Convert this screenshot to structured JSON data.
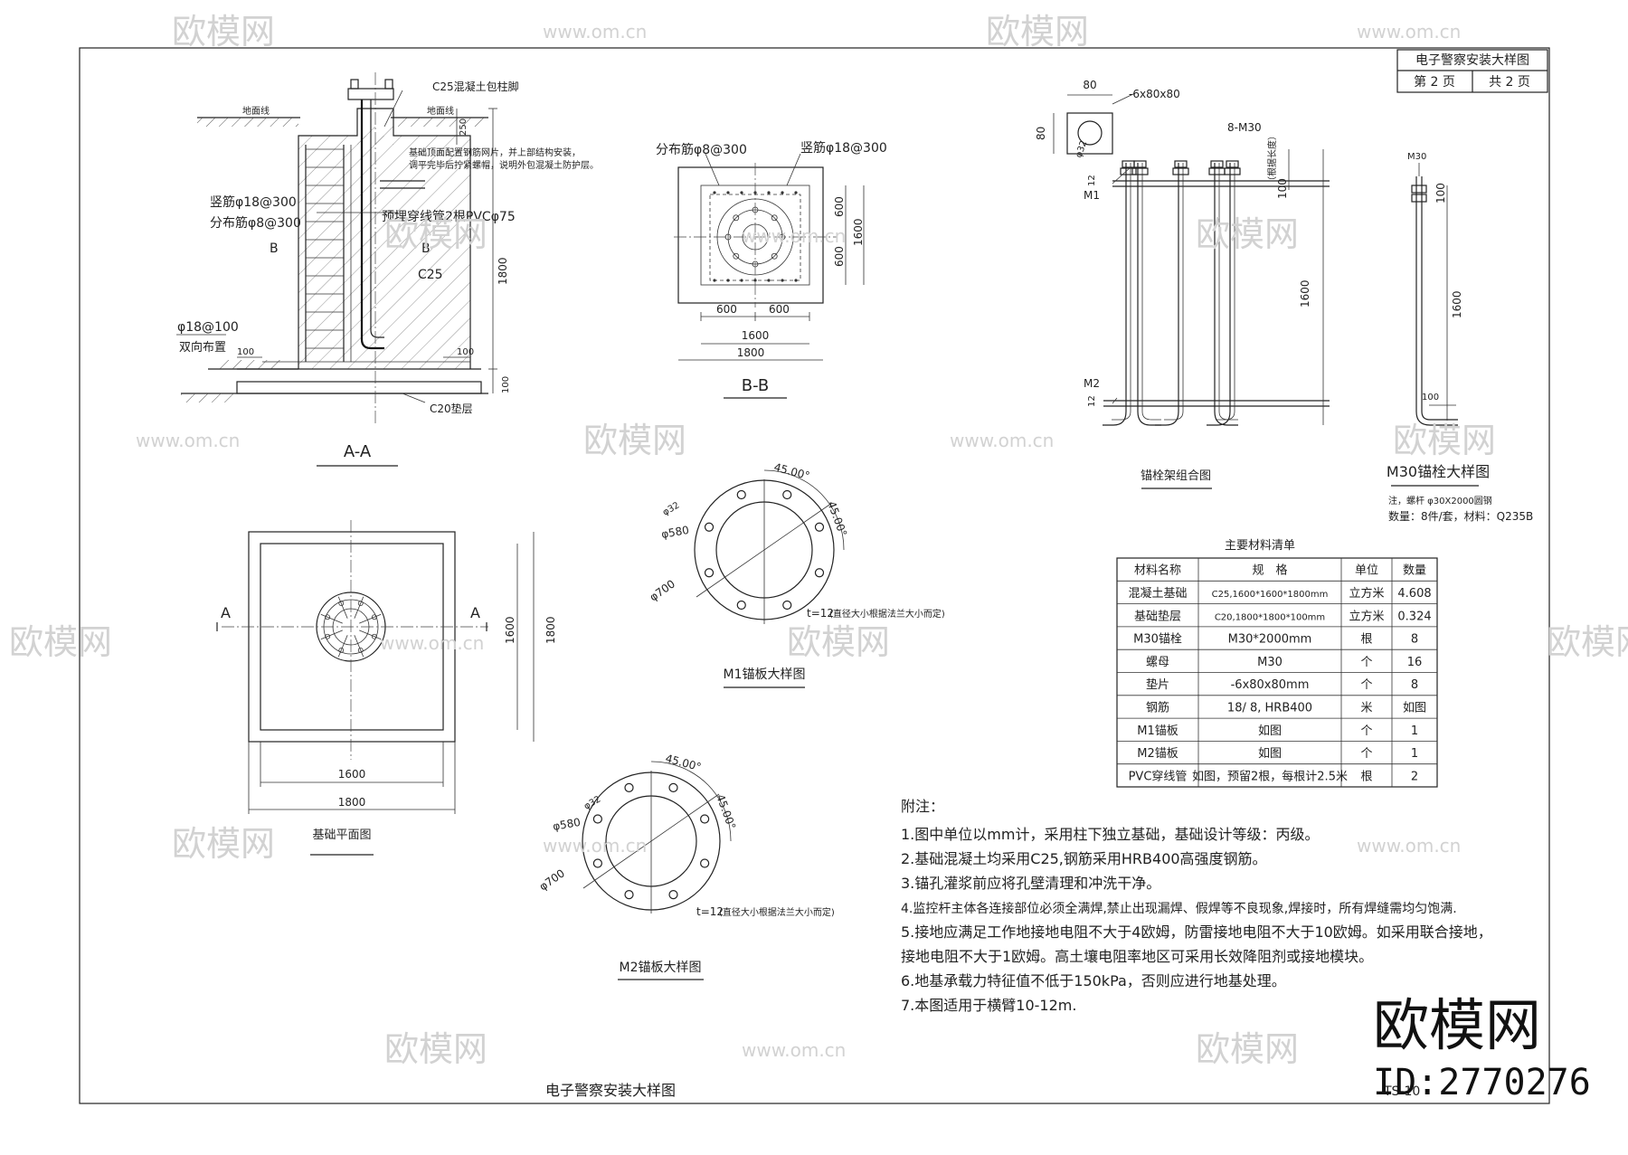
{
  "title_block": {
    "title": "电子警察安装大样图",
    "sheet": "第 2 页",
    "total": "共 2 页"
  },
  "drawing_caption": "电子警察安装大样图",
  "drawing_no": "TS-10",
  "watermark": {
    "brand": "欧模网",
    "site": "www.om.cn",
    "id": "ID:2770276"
  },
  "section_aa": {
    "title": "A-A",
    "c25_label": "C25混凝土包柱脚",
    "ground_left": "地面线",
    "ground_right": "地面线",
    "note_line1": "基础顶面配置钢筋网片，并上部结构安装，",
    "note_line2": "调平完毕后拧紧螺帽，说明外包混凝土防护层。",
    "vertical_bar": "竖筋φ18@300",
    "dist_bar": "分布筋φ8@300",
    "conduit": "预埋穿线管2根PVCφ75",
    "c25": "C25",
    "b_left": "B",
    "b_right": "B",
    "bottom_bar": "φ18@100",
    "bidirection": "双向布置",
    "dim_250": "250",
    "dim_1800": "1800",
    "dim_100a": "100",
    "dim_100b": "100",
    "dim_100c": "100",
    "c20": "C20垫层"
  },
  "section_bb": {
    "title": "B-B",
    "dist_bar": "分布筋φ8@300",
    "vertical_bar": "竖筋φ18@300",
    "dim_600a": "600",
    "dim_600b": "600",
    "dim_600c": "600",
    "dim_600d": "600",
    "dim_1600v": "1600",
    "dim_1600h": "1600",
    "dim_1800h": "1800"
  },
  "anchor_frame": {
    "title": "锚栓架组合图",
    "dim_80top": "80",
    "dim_80side": "80",
    "washer": "-6x80x80",
    "phi32": "φ32",
    "bolts": "8-M30",
    "note": "（根据长度）",
    "dim_12a": "12",
    "m1": "M1",
    "dim_100": "100",
    "dim_1600": "1600",
    "m2": "M2",
    "dim_12b": "12"
  },
  "m30_detail": {
    "title": "M30锚栓大样图",
    "m30": "M30",
    "dim_100a": "100",
    "dim_1600": "1600",
    "dim_100b": "100",
    "note1": "注，螺杆 φ30X2000圆钢",
    "note2": "数量：8件/套，材料：Q235B"
  },
  "foundation_plan": {
    "title": "基础平面图",
    "a_left": "A",
    "a_right": "A",
    "dim_1600v": "1600",
    "dim_1800v": "1800",
    "dim_1600h": "1600",
    "dim_1800h": "1800"
  },
  "m1_plate": {
    "title": "M1锚板大样图",
    "ang1": "45.00°",
    "ang2": "45.00°",
    "phi32": "φ32",
    "phi580": "φ580",
    "phi700": "φ700",
    "thickness": "t=12",
    "thickness_note": "(直径大小根据法兰大小而定)"
  },
  "m2_plate": {
    "title": "M2锚板大样图",
    "ang1": "45.00°",
    "ang2": "45.00°",
    "phi32": "φ32",
    "phi580": "φ580",
    "phi700": "φ700",
    "thickness": "t=12",
    "thickness_note": "(直径大小根据法兰大小而定)"
  },
  "materials": {
    "title": "主要材料清单",
    "headers": [
      "材料名称",
      "规　格",
      "单位",
      "数量"
    ],
    "rows": [
      [
        "混凝土基础",
        "C25,1600*1600*1800mm",
        "立方米",
        "4.608"
      ],
      [
        "基础垫层",
        "C20,1800*1800*100mm",
        "立方米",
        "0.324"
      ],
      [
        "M30锚栓",
        "M30*2000mm",
        "根",
        "8"
      ],
      [
        "螺母",
        "M30",
        "个",
        "16"
      ],
      [
        "垫片",
        "-6x80x80mm",
        "个",
        "8"
      ],
      [
        "钢筋",
        "18/ 8, HRB400",
        "米",
        "如图"
      ],
      [
        "M1锚板",
        "如图",
        "个",
        "1"
      ],
      [
        "M2锚板",
        "如图",
        "个",
        "1"
      ],
      [
        "PVC穿线管",
        "如图，预留2根，每根计2.5米",
        "根",
        "2"
      ]
    ]
  },
  "notes": {
    "heading": "附注：",
    "lines": [
      "1.图中单位以mm计，采用柱下独立基础，基础设计等级：丙级。",
      "2.基础混凝土均采用C25,钢筋采用HRB400高强度钢筋。",
      "3.锚孔灌浆前应将孔壁清理和冲洗干净。",
      "4.监控杆主体各连接部位必须全满焊,禁止出现漏焊、假焊等不良现象,焊接时，所有焊缝需均匀饱满.",
      "5.接地应满足工作地接地电阻不大于4欧姆，防雷接地电阻不大于10欧姆。如采用联合接地，",
      "接地电阻不大于1欧姆。高土壤电阻率地区可采用长效降阻剂或接地模块。",
      "6.地基承载力特征值不低于150kPa，否则应进行地基处理。",
      "7.本图适用于横臂10-12m."
    ]
  }
}
